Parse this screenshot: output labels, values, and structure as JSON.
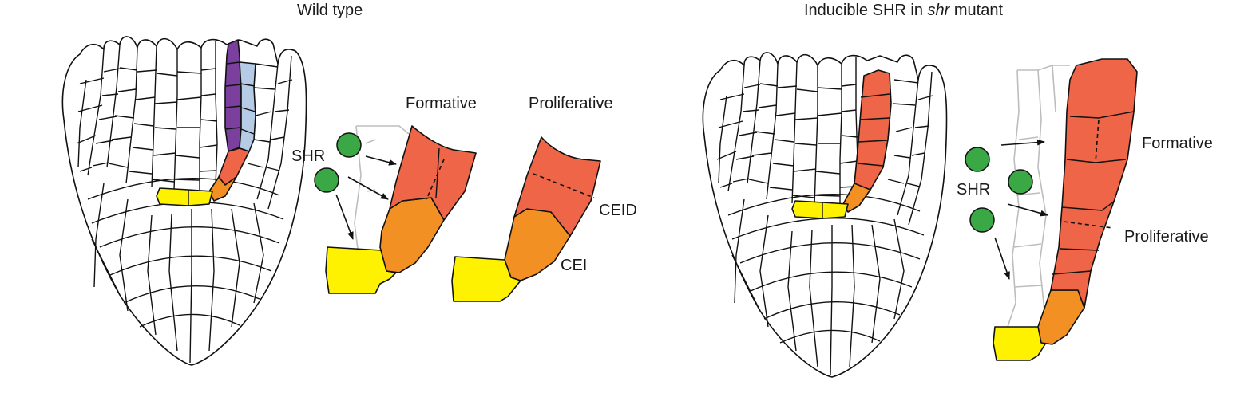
{
  "panels": {
    "left": {
      "title": "Wild type",
      "labels": {
        "shr": "SHR",
        "formative": "Formative",
        "proliferative": "Proliferative",
        "ceid": "CEID",
        "cei": "CEI"
      }
    },
    "right": {
      "title_prefix": "Inducible SHR in ",
      "title_italic": "shr",
      "title_suffix": " mutant",
      "labels": {
        "shr": "SHR",
        "formative": "Formative",
        "proliferative": "Proliferative"
      }
    }
  },
  "colors": {
    "purple": "#7b3f9e",
    "light_blue": "#b6cbe6",
    "red_orange": "#ee6548",
    "orange": "#f29023",
    "yellow": "#fff200",
    "green": "#3aa845",
    "outline": "#111111",
    "ghost_outline": "#bdbdbd"
  }
}
